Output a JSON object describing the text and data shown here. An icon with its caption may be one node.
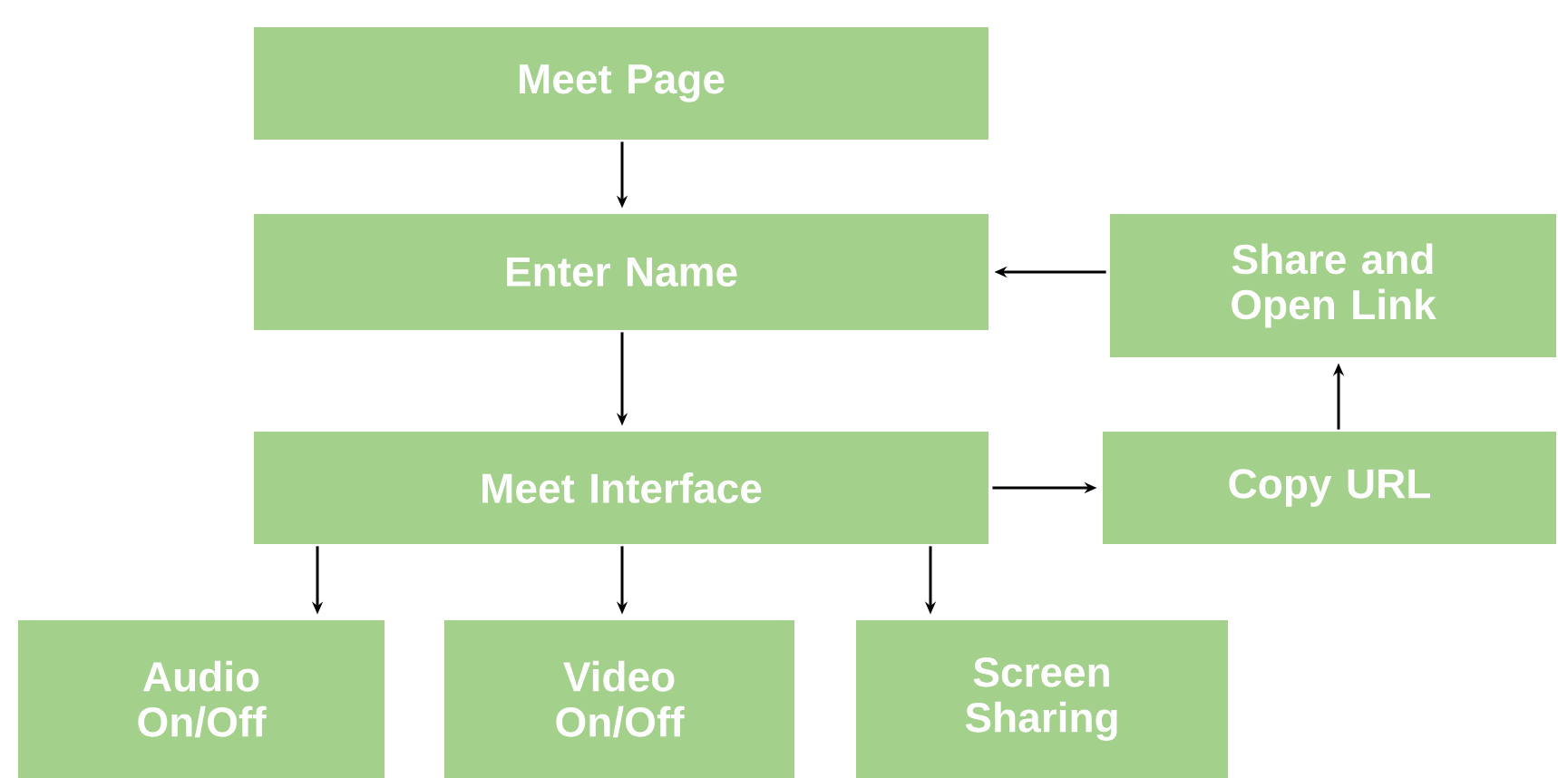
{
  "diagram": {
    "nodes": [
      {
        "text": [
          "Meet Page"
        ]
      },
      {
        "text": [
          "Enter Name"
        ]
      },
      {
        "text": [
          "Share and Open Link"
        ]
      },
      {
        "text": [
          "Meet Interface"
        ]
      },
      {
        "text": [
          "Copy URL"
        ]
      },
      {
        "text": [
          "Audio On/Off"
        ]
      },
      {
        "text": [
          "Video On/Off"
        ]
      },
      {
        "text": [
          "Screen Sharing"
        ]
      }
    ],
    "edges": [
      {
        "from": 0,
        "to": 1,
        "arrow": "to"
      },
      {
        "from": 1,
        "to": 3,
        "arrow": "to"
      },
      {
        "from": 2,
        "to": 1,
        "arrow": "to"
      },
      {
        "from": 3,
        "to": 4,
        "arrow": "to"
      },
      {
        "from": 4,
        "to": 2,
        "arrow": "to"
      },
      {
        "from": 3,
        "to": 5,
        "arrow": "to"
      },
      {
        "from": 3,
        "to": 6,
        "arrow": "to"
      },
      {
        "from": 3,
        "to": 7,
        "arrow": "to"
      }
    ]
  }
}
